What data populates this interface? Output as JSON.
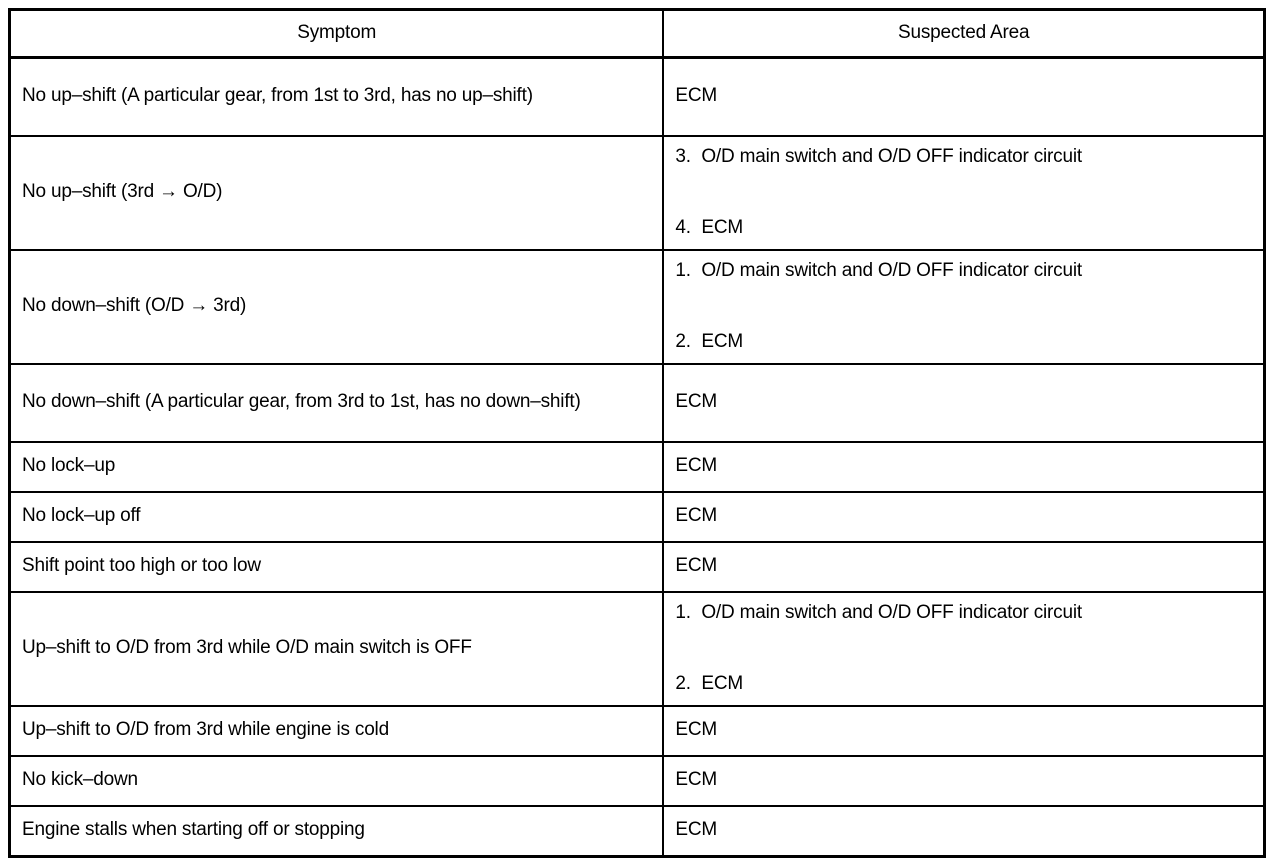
{
  "table": {
    "headers": {
      "symptom": "Symptom",
      "suspected_area": "Suspected Area"
    },
    "rows": [
      {
        "symptom": "No up–shift (A particular gear, from 1st to 3rd, has no up–shift)",
        "suspected_area": "ECM",
        "items": []
      },
      {
        "symptom": "No up–shift (3rd → O/D)",
        "suspected_area": "",
        "items": [
          {
            "num": "3.",
            "text": "O/D main switch and O/D OFF indicator circuit"
          },
          {
            "num": "4.",
            "text": "ECM"
          }
        ]
      },
      {
        "symptom": "No down–shift (O/D → 3rd)",
        "suspected_area": "",
        "items": [
          {
            "num": "1.",
            "text": "O/D main switch and O/D OFF indicator circuit"
          },
          {
            "num": "2.",
            "text": "ECM"
          }
        ]
      },
      {
        "symptom": "No down–shift (A particular gear, from 3rd to 1st, has no down–shift)",
        "suspected_area": "ECM",
        "items": []
      },
      {
        "symptom": "No lock–up",
        "suspected_area": "ECM",
        "items": []
      },
      {
        "symptom": "No lock–up off",
        "suspected_area": "ECM",
        "items": []
      },
      {
        "symptom": "Shift point too high or too low",
        "suspected_area": "ECM",
        "items": []
      },
      {
        "symptom": "Up–shift to O/D from 3rd while O/D main switch is OFF",
        "suspected_area": "",
        "items": [
          {
            "num": "1.",
            "text": "O/D main switch and O/D OFF indicator circuit"
          },
          {
            "num": "2.",
            "text": "ECM"
          }
        ]
      },
      {
        "symptom": "Up–shift to O/D from 3rd while engine is cold",
        "suspected_area": "ECM",
        "items": []
      },
      {
        "symptom": "No kick–down",
        "suspected_area": "ECM",
        "items": []
      },
      {
        "symptom": "Engine stalls when starting off or stopping",
        "suspected_area": "ECM",
        "items": []
      }
    ]
  },
  "colors": {
    "border": "#000000",
    "text": "#000000",
    "background": "#ffffff"
  }
}
